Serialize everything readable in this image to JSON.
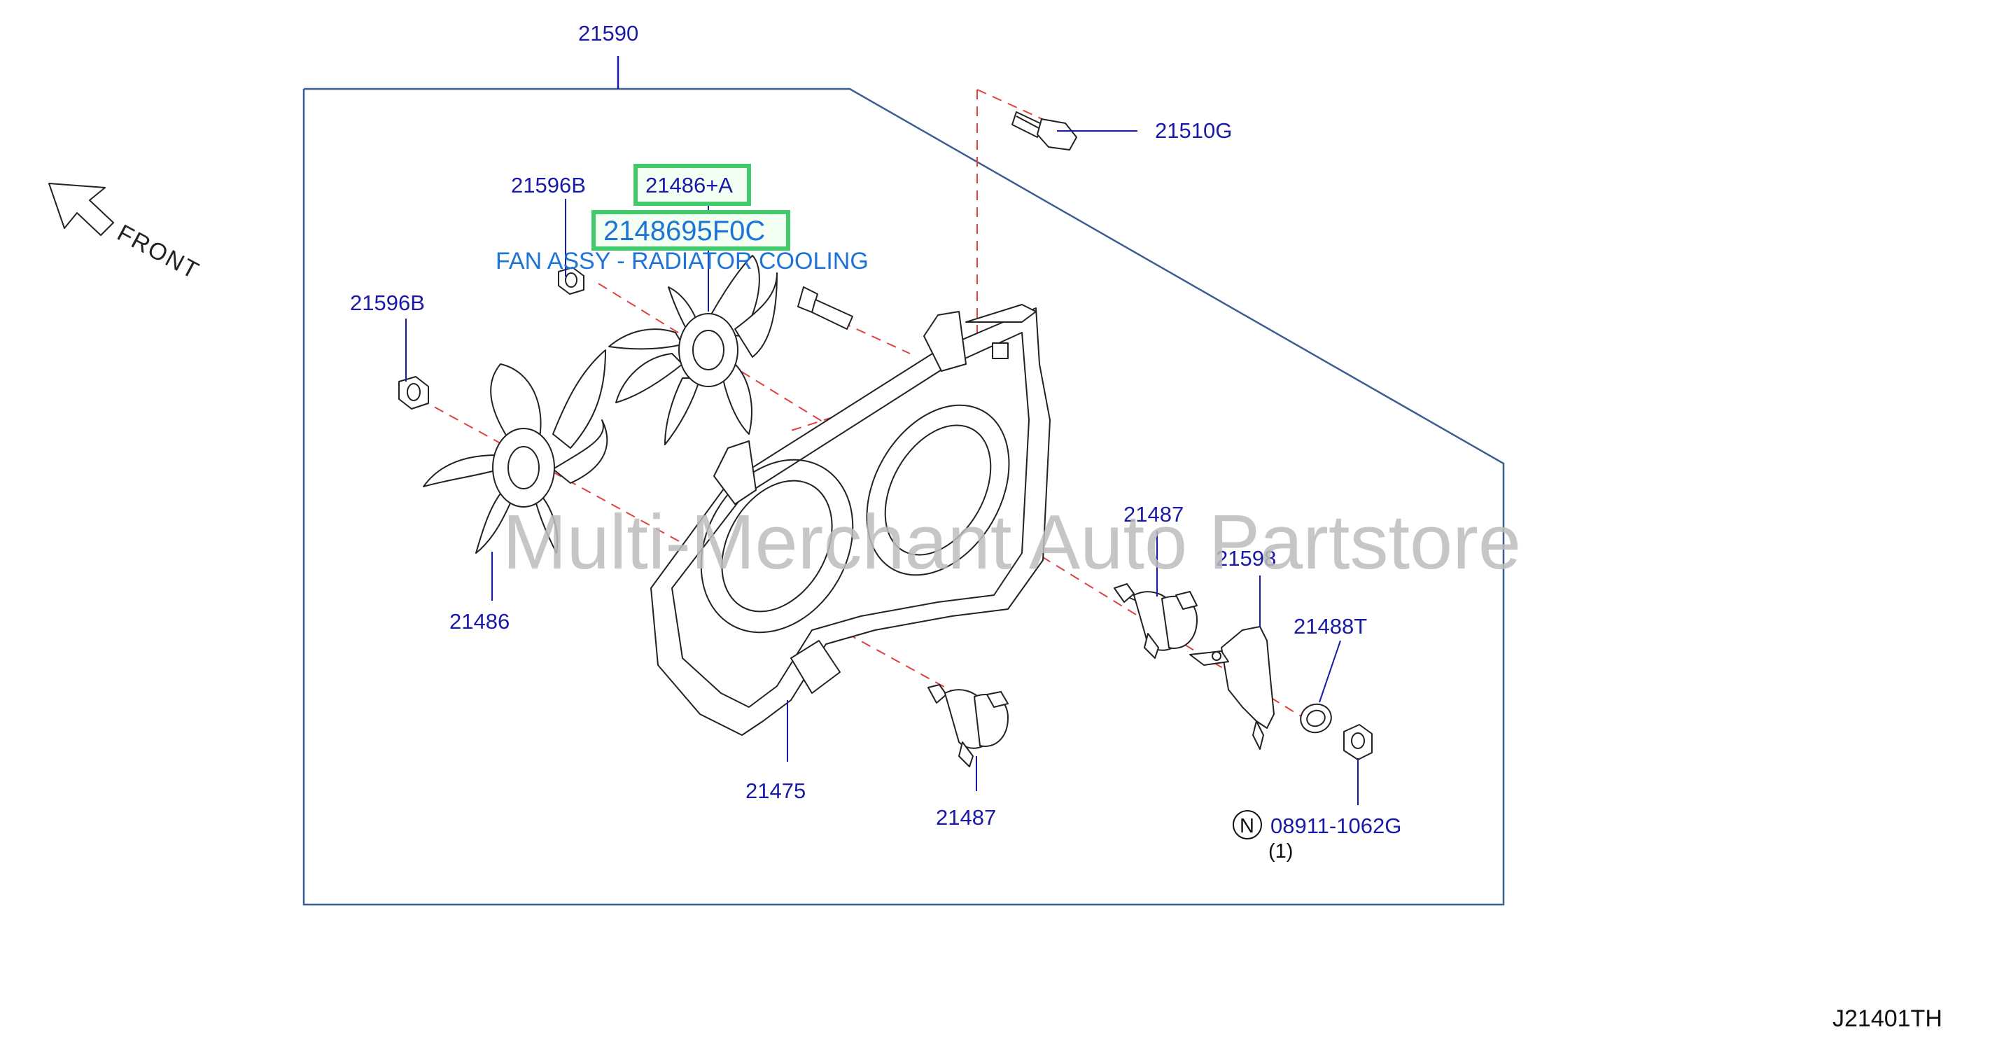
{
  "diagram": {
    "front_label": "FRONT",
    "drawing_code": "J21401TH",
    "watermark": "Multi-Merchant Auto Partstore",
    "highlight": {
      "ref": "21486+A",
      "part_number": "2148695F0C",
      "description": "FAN ASSY - RADIATOR COOLING"
    },
    "callouts": {
      "c21590": "21590",
      "c21510G": "21510G",
      "c21596B_top": "21596B",
      "c21596B_left": "21596B",
      "c21486": "21486",
      "c21475": "21475",
      "c21487_right": "21487",
      "c21487_bottom": "21487",
      "c21598": "21598",
      "c21488T": "21488T",
      "c08911": "08911-1062G",
      "c08911_qty": "(1)",
      "n_symbol": "N"
    },
    "colors": {
      "callout_blue": "#1a1aa8",
      "highlight_green": "#42c96b",
      "description_blue": "#1d74d6",
      "frame_blue": "#3b5f93",
      "dash_red": "#e0403e"
    }
  }
}
